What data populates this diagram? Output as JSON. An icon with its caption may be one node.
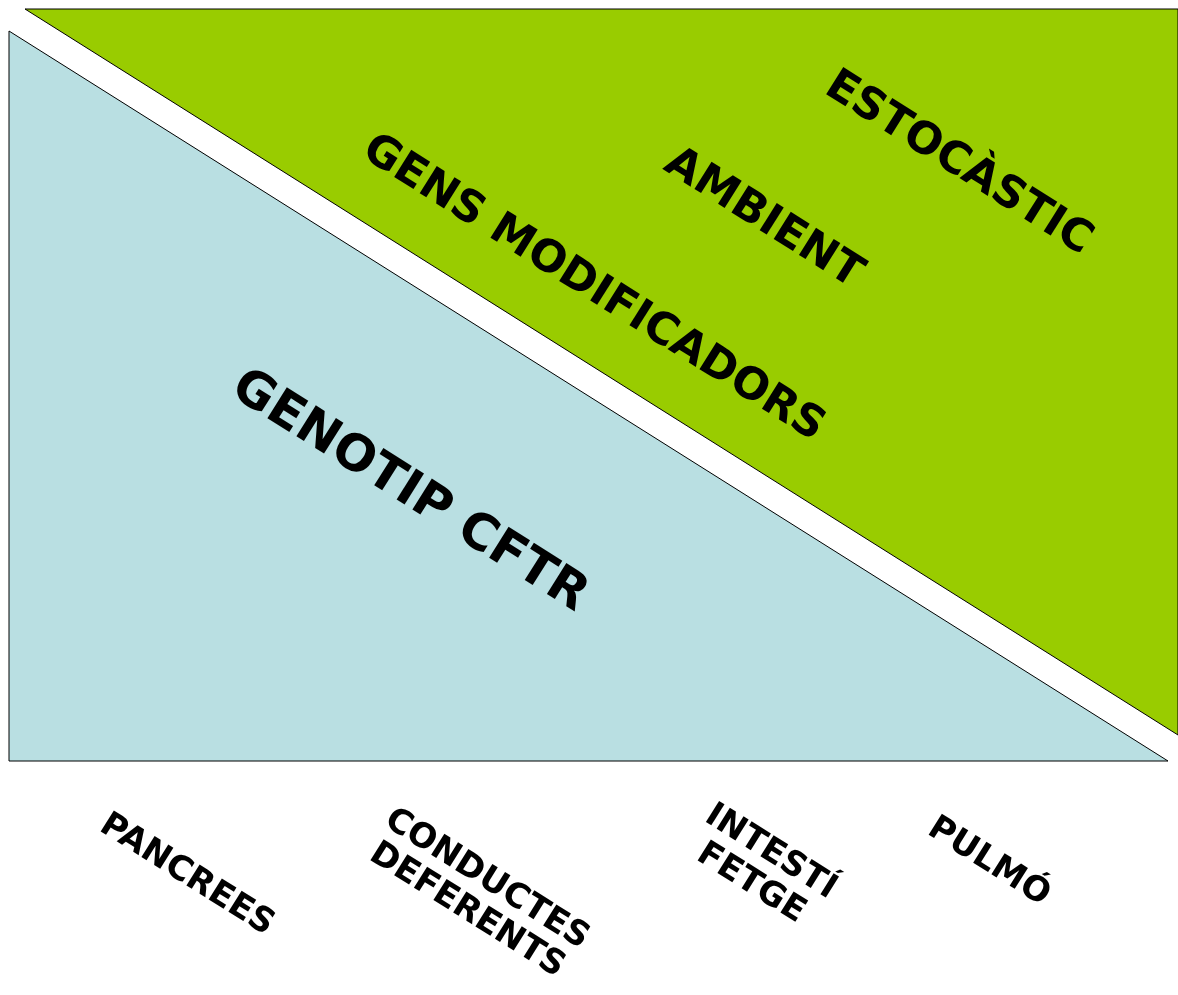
{
  "diagram": {
    "nodes": [
      {
        "text": [
          "GENS MODIFICADORS",
          "AMBIENT",
          "ESTOCÀSTIC"
        ]
      },
      {
        "text": [
          "GENOTIP CFTR"
        ]
      }
    ],
    "labels": [
      "PANCREES",
      "CONDUCTES DEFERENTS",
      "INTESTÍ FETGE",
      "PULMÓ"
    ]
  }
}
